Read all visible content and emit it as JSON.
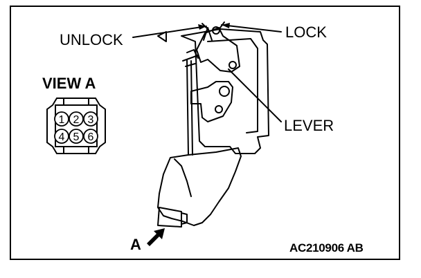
{
  "labels": {
    "unlock": "UNLOCK",
    "lock": "LOCK",
    "lever": "LEVER",
    "view_a": "VIEW A",
    "arrow_a": "A",
    "figure_code": "AC210906 AB"
  },
  "connector_pins": [
    "1",
    "2",
    "3",
    "4",
    "5",
    "6"
  ],
  "colors": {
    "line": "#000000",
    "background": "#ffffff"
  }
}
